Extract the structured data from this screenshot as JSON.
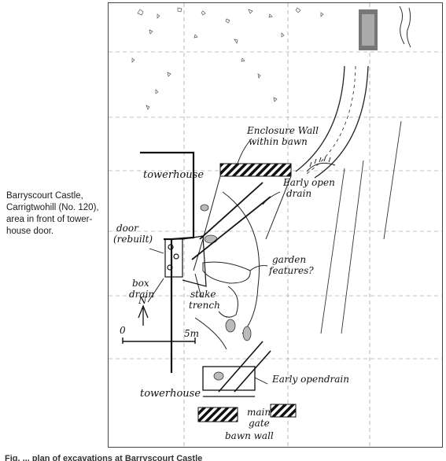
{
  "caption": "Barryscourt Castle, Carrigtwohill (No. 120), area in front of tower-house door.",
  "labels": {
    "enclosure_wall": [
      "Enclosure Wall",
      "within bawn"
    ],
    "towerhouse_top": "towerhouse",
    "early_open_drain_top": [
      "Early open",
      "drain"
    ],
    "door": [
      "door",
      "(rebuilt)"
    ],
    "garden_features": [
      "garden",
      "features?"
    ],
    "box_drain": [
      "box",
      "drain"
    ],
    "stake_trench": [
      "stake",
      "trench"
    ],
    "north": "N",
    "scale_zero": "0",
    "scale_five": "5m",
    "early_open_drain_bottom": "Early opendrain",
    "towerhouse_bottom": "towerhouse",
    "main_gate": [
      "main",
      "gate"
    ],
    "bawn_wall": "bawn wall"
  },
  "footer_text": "Fig. ... plan of excavations at Barryscourt Castle"
}
